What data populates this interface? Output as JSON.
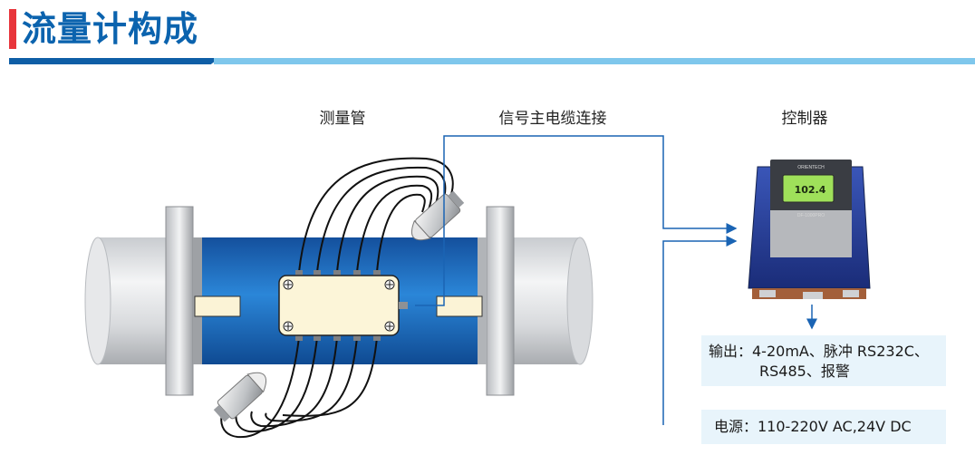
{
  "header": {
    "title": "流量计构成",
    "accent_color": "#e8353b",
    "title_color": "#0b63ae"
  },
  "labels": {
    "pipe": "测量管",
    "cable": "信号主电缆连接",
    "controller": "控制器"
  },
  "controller_device": {
    "brand": "ORIENTECH",
    "display_value": "102.4",
    "model": "DF-1000PRO"
  },
  "output_box": {
    "line1": "输出：4-20mA、脉冲 RS232C、",
    "line2": "RS485、报警"
  },
  "power_box": {
    "text": "电源：110-220V AC,24V DC"
  },
  "colors": {
    "pipe_blue": "#1f6fc4",
    "line_blue": "#1a64b4",
    "box_bg": "#e8f4fb",
    "screen_green": "#9fe05a"
  }
}
